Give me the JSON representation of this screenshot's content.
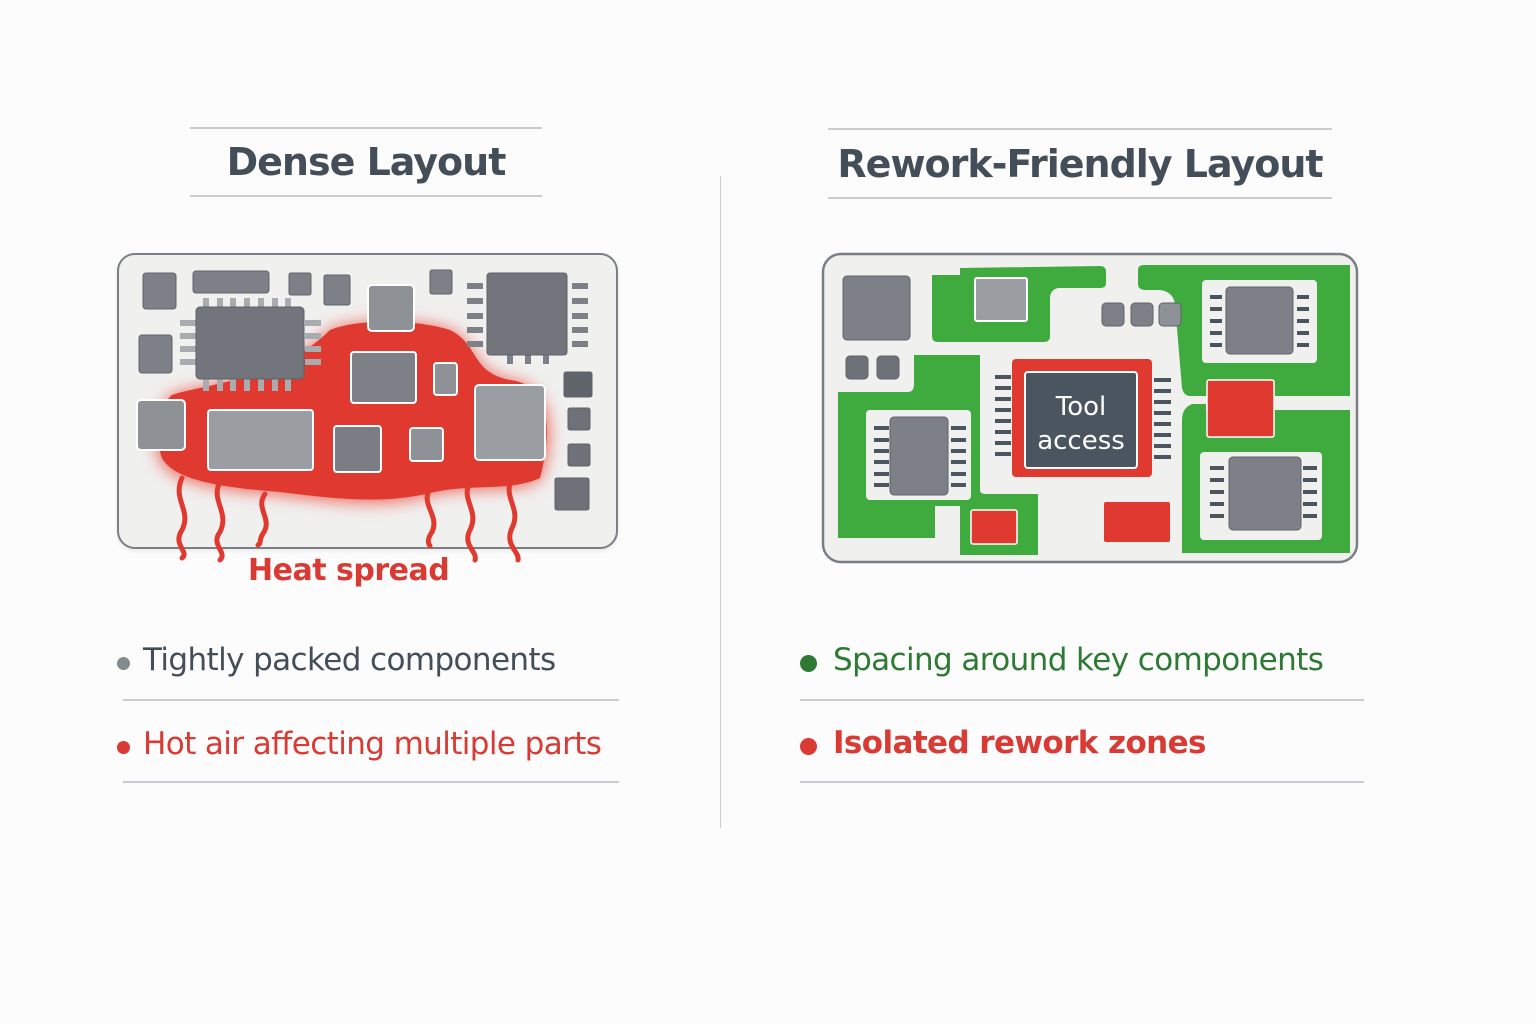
{
  "left_panel": {
    "title": "Dense Layout",
    "heat_label": "Heat spread",
    "bullets": [
      {
        "text": "Tightly packed components",
        "color": "#444e59",
        "dot_color": "#858a90"
      },
      {
        "text": "Hot air affecting multiple parts",
        "color": "#d93a34",
        "dot_color": "#d93a34"
      }
    ]
  },
  "right_panel": {
    "title": "Rework-Friendly Layout",
    "chip_label_line1": "Tool",
    "chip_label_line2": "access",
    "bullets": [
      {
        "text": "Spacing around key components",
        "color": "#2e7a35",
        "dot_color": "#2e7a35"
      },
      {
        "text": "Isolated rework zones",
        "color": "#d93a34",
        "dot_color": "#d93a34"
      }
    ]
  },
  "colors": {
    "heat_red": "#e03a30",
    "zone_green": "#3fab3f",
    "component_gray": "#7d8187",
    "chip_dark": "#4b5560",
    "text_dark": "#444e59"
  }
}
